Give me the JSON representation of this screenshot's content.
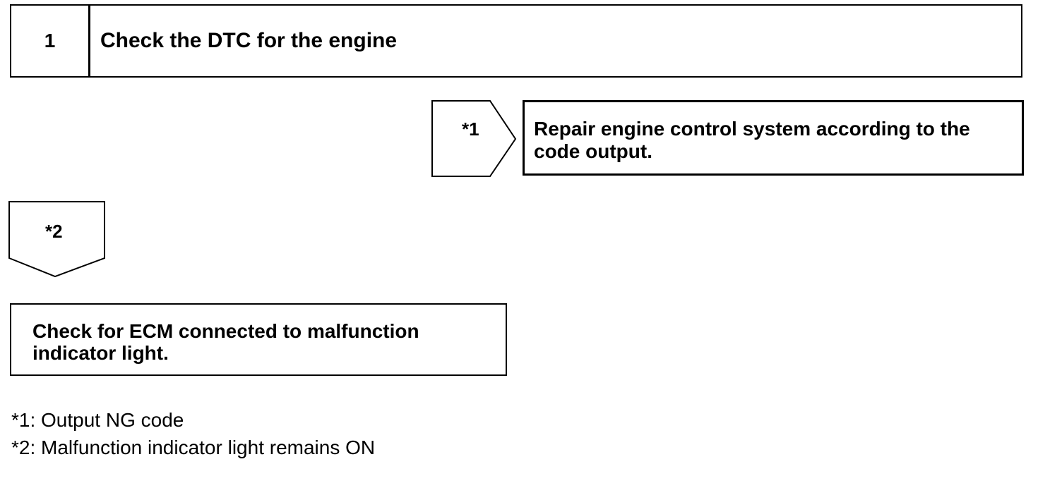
{
  "step": {
    "number": "1",
    "title": "Check the DTC for the engine"
  },
  "branch_right": {
    "arrow_label": "*1",
    "action": "Repair engine control system according to the code output."
  },
  "branch_down": {
    "arrow_label": "*2",
    "action": "Check for ECM connected to malfunction indicator light."
  },
  "notes": [
    "*1: Output NG code",
    "*2: Malfunction indicator light remains ON"
  ]
}
